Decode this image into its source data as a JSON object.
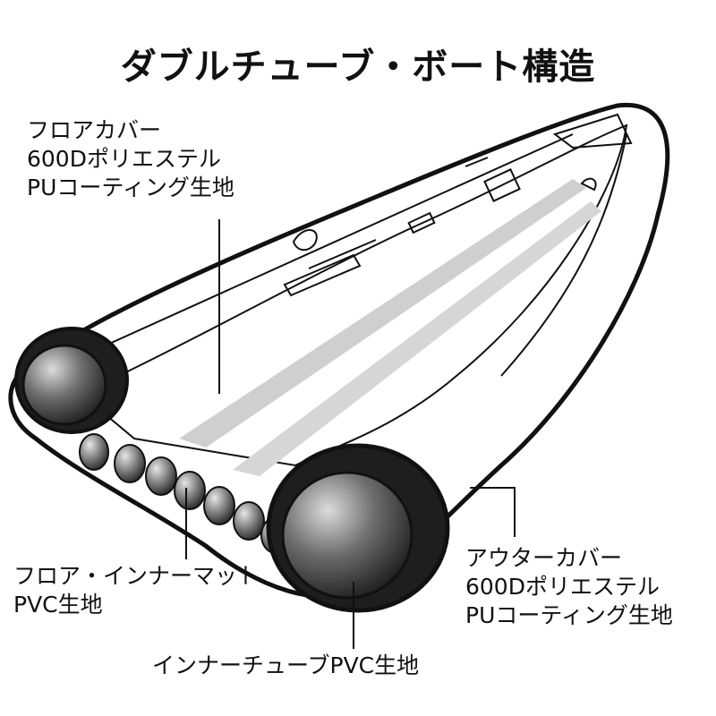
{
  "title": "ダブルチューブ・ボート構造",
  "labels": {
    "floor_cover": [
      "フロアカバー",
      "600Dポリエステル",
      "PUコーティング生地"
    ],
    "outer_cover": [
      "アウターカバー",
      "600Dポリエステル",
      "PUコーティング生地"
    ],
    "floor_mat": [
      "フロア・インナーマット",
      "PVC生地"
    ],
    "inner_tube": [
      "インナーチューブPVC生地"
    ]
  },
  "colors": {
    "line": "#111111",
    "fill": "#ffffff",
    "stripe": "#cfcfcf",
    "tube_dark": "#1e1e1e",
    "tube_light": "#d8d8d8"
  }
}
